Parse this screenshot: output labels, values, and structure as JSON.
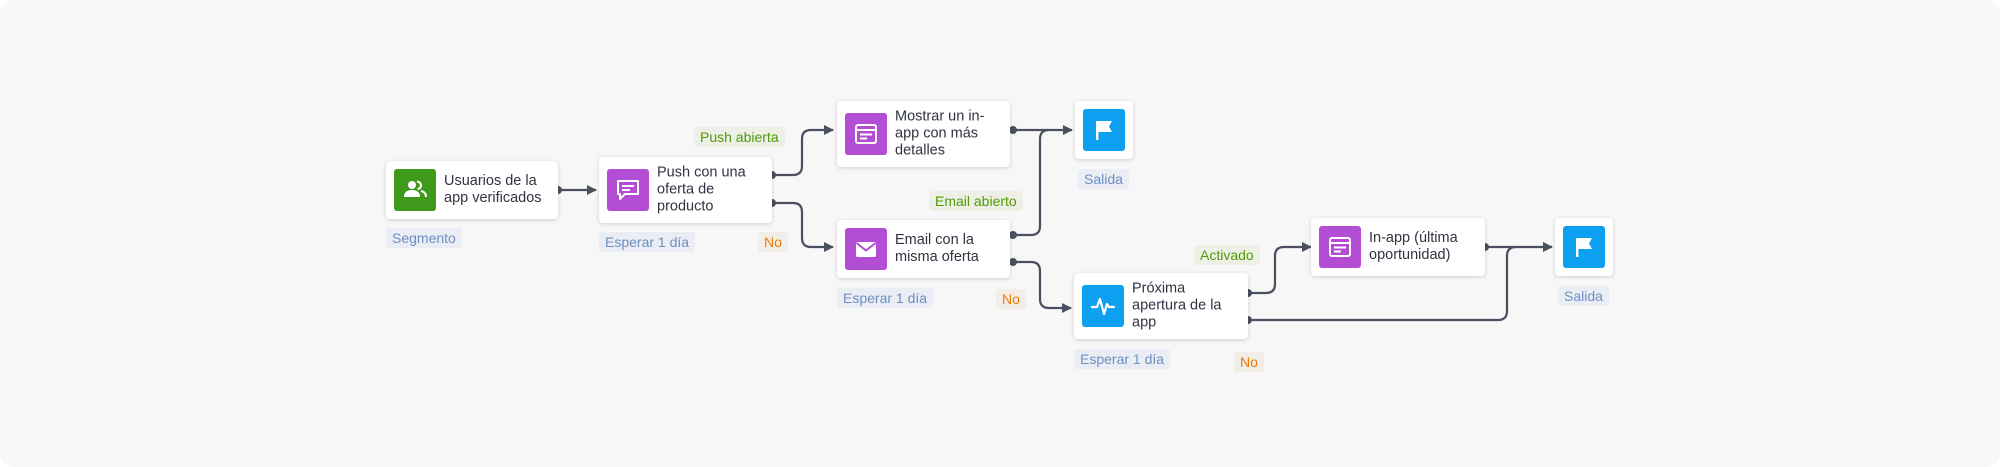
{
  "colors": {
    "segment_icon": "#3f9a1b",
    "message_icon": "#b24dd4",
    "event_icon": "#0ea0f0",
    "exit_icon": "#0ea0f0",
    "connector": "#4b5060",
    "label_blue": "#6d8ec3",
    "label_green": "#4e9a06",
    "label_orange": "#ea7a00"
  },
  "nodes": {
    "segment": {
      "label": "Usuarios de la app verificados",
      "icon": "users-icon"
    },
    "push": {
      "label": "Push con una oferta de producto",
      "icon": "chat-bubble-icon"
    },
    "inapp_details": {
      "label": "Mostrar un in-app con más detalles",
      "icon": "in-app-window-icon"
    },
    "email": {
      "label": "Email con la misma oferta",
      "icon": "envelope-icon"
    },
    "next_open": {
      "label": "Próxima apertura de la app",
      "icon": "activity-pulse-icon"
    },
    "inapp_last": {
      "label": "In-app (última oportunidad)",
      "icon": "in-app-window-icon"
    }
  },
  "exits": {
    "exit1": {
      "label": "Salida",
      "icon": "flag-icon"
    },
    "exit2": {
      "label": "Salida",
      "icon": "flag-icon"
    }
  },
  "tags": {
    "segment": "Segmento",
    "wait1": "Esperar 1 día",
    "wait2": "Esperar 1 día",
    "wait3": "Esperar 1 día",
    "push_opened": "Push abierta",
    "push_no": "No",
    "email_opened": "Email abierto",
    "email_no": "No",
    "activated": "Activado",
    "app_no": "No"
  }
}
